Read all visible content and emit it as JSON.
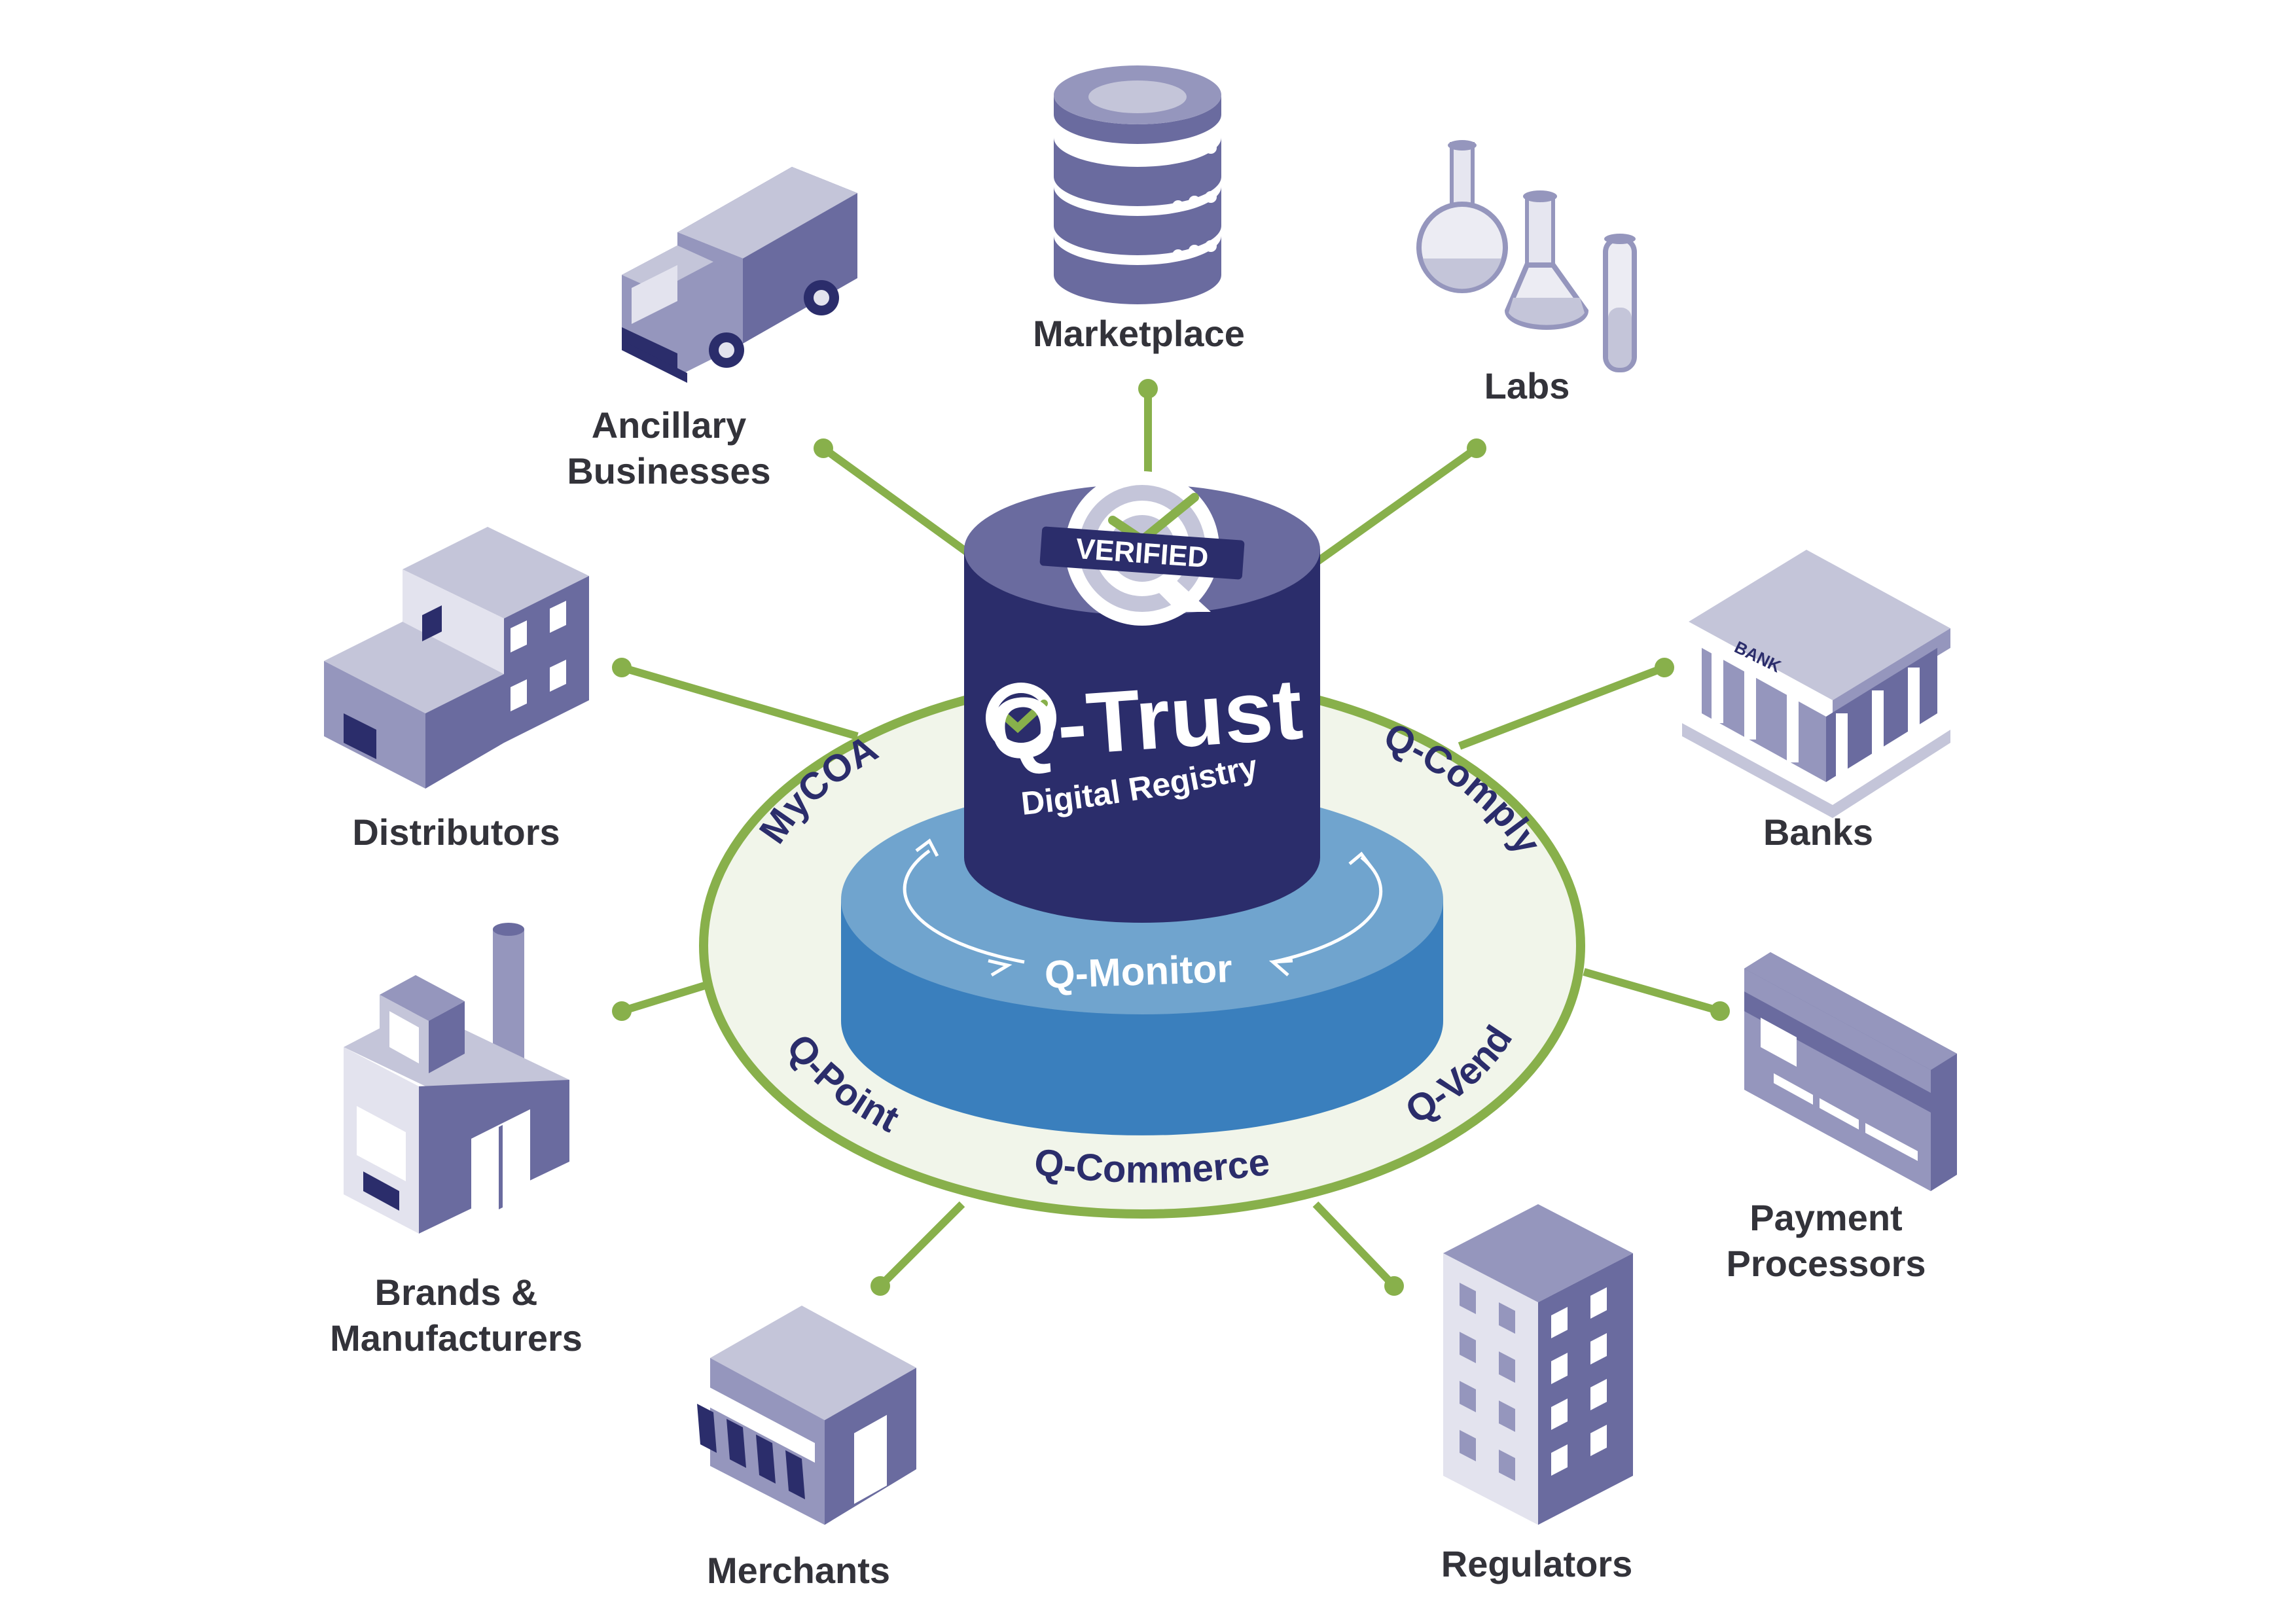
{
  "core": {
    "badge_text": "VERIFIED",
    "title": "Q-Trust",
    "subtitle": "Digital Registry",
    "monitor_label": "Q-Monitor"
  },
  "ring_labels": {
    "mycoa": "MyCOA",
    "qcomply": "Q-Comply",
    "qpoint": "Q-Point",
    "qvend": "Q-Vend",
    "qcommerce": "Q-Commerce"
  },
  "nodes": {
    "marketplace": "Marketplace",
    "labs": "Labs",
    "ancillary_line1": "Ancillary",
    "ancillary_line2": "Businesses",
    "distributors": "Distributors",
    "banks": "Banks",
    "brands_line1": "Brands &",
    "brands_line2": "Manufacturers",
    "payment_line1": "Payment",
    "payment_line2": "Processors",
    "merchants": "Merchants",
    "regulators": "Regulators",
    "bank_sign": "BANK"
  },
  "colors": {
    "navy": "#2b2d6b",
    "purple_light": "#c4c5d9",
    "purple_mid": "#9596bd",
    "purple_dark": "#6a6b9f",
    "green": "#88b04b",
    "blue_top": "#70a4ce",
    "blue_side": "#3a7fbd",
    "ring_fill": "#f1f5ea",
    "label_text": "#33333a"
  }
}
